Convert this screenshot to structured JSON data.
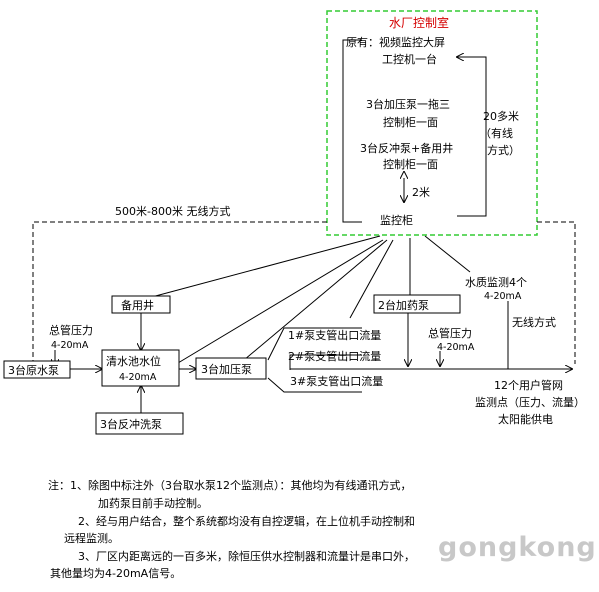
{
  "control_room": {
    "title": "水厂控制室",
    "line1": "原有：视频监控大屏",
    "line2": "工控机一台",
    "line3": "3台加压泵一拖三",
    "line4": "控制柜一面",
    "line5": "3台反冲泵+备用井",
    "line6": "控制柜一面",
    "dist_2m": "2米",
    "cabinet": "监控柜",
    "dist_20m_1": "20多米",
    "dist_20m_2": "（有线",
    "dist_20m_3": "方式）"
  },
  "wireless_top": "500米-800米  无线方式",
  "nodes": {
    "standby_well": "备用井",
    "raw_pump": "3台原水泵",
    "clear_pool_1": "清水池水位",
    "clear_pool_2": "4-20mA",
    "backwash": "3台反冲洗泵",
    "booster": "3台加压泵",
    "dosing": "2台加药泵"
  },
  "labels": {
    "main_pressure_left_1": "总管压力",
    "main_pressure_left_2": "4-20mA",
    "water_quality_1": "水质监测4个",
    "water_quality_2": "4-20mA",
    "wireless_right": "无线方式",
    "main_pressure_right_1": "总管压力",
    "main_pressure_right_2": "4-20mA",
    "flow1": "1#泵支管出口流量",
    "flow2": "2#泵支管出口流量",
    "flow3": "3#泵支管出口流量",
    "users_1": "12个用户管网",
    "users_2": "监测点（压力、流量）",
    "users_3": "太阳能供电"
  },
  "notes": {
    "n1a": "注：1、除图中标注外（3台取水泵12个监测点）：其他均为有线通讯方式，",
    "n1b": "加药泵目前手动控制。",
    "n2a": "2、经与用户结合，整个系统都均没有自控逻辑，在上位机手动控制和",
    "n2b": "远程监测。",
    "n3a": "3、厂区内距离远的一百多米，除恒压供水控制器和流量计是串口外，",
    "n3b": "其他量均为4-20mA信号。"
  },
  "watermark": "gongkong"
}
